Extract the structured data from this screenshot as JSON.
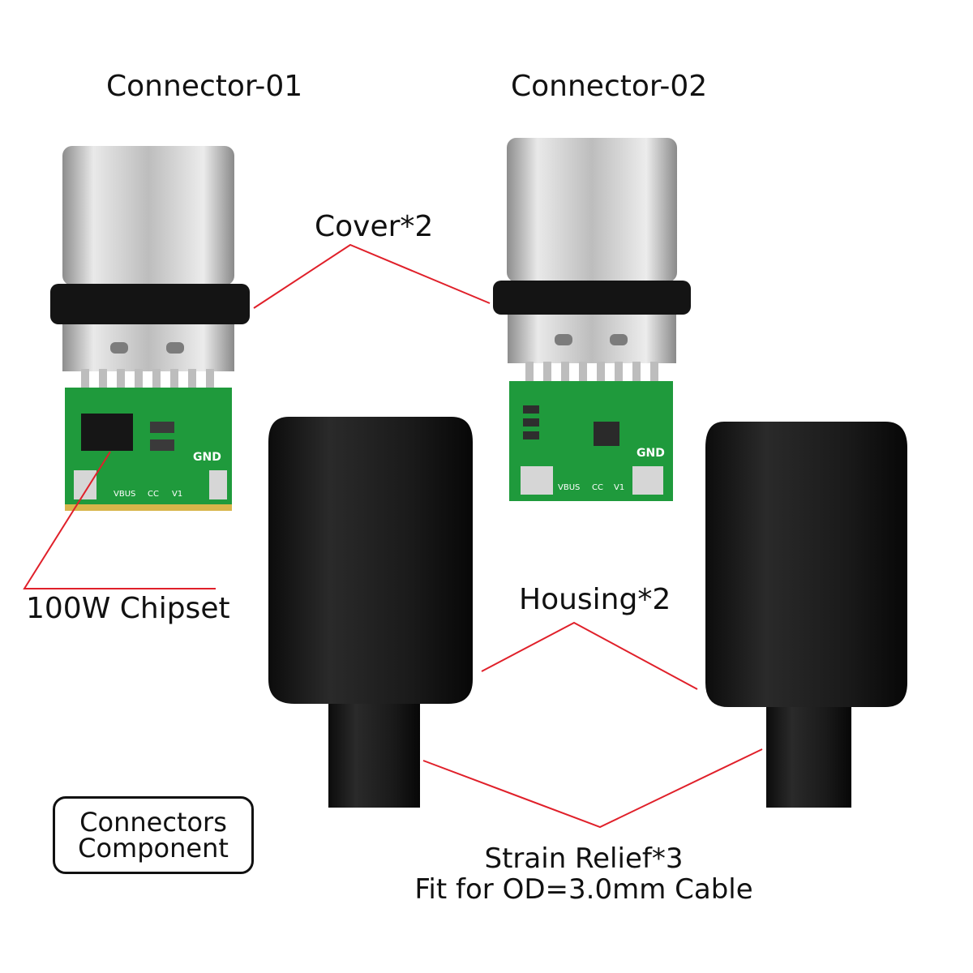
{
  "labels": {
    "connector_01": "Connector-01",
    "connector_02": "Connector-02",
    "cover": "Cover*2",
    "chipset": "100W Chipset",
    "housing": "Housing*2",
    "strain_relief": "Strain Relief*3",
    "fit_note": "Fit for OD=3.0mm Cable",
    "component_line1": "Connectors",
    "component_line2": "Component",
    "pcb_gnd_left": "GND",
    "pcb_gnd_right": "GND",
    "pcb_vbus": "VBUS",
    "pcb_cc": "CC",
    "pcb_v1": "V1"
  },
  "colors": {
    "leader_line": "#e0202a",
    "pcb_green": "#1f9a3c",
    "housing_black": "#151515",
    "metal": "#c9c9c9",
    "text": "#111111"
  }
}
